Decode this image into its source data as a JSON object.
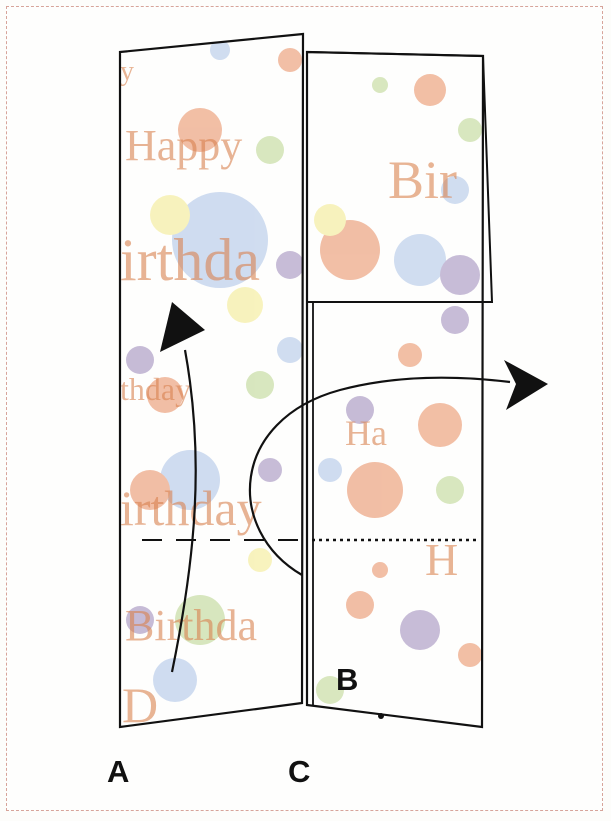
{
  "labels": {
    "a": "A",
    "b": "B",
    "c": "C"
  },
  "fabric_text": {
    "w1": "Happy",
    "w2": "Bir",
    "w3": "irthda",
    "w4": "thday",
    "w5": "Birthda",
    "w6": "Ha",
    "w7": "irthday",
    "w8": "H",
    "w9": "D",
    "w10": "y"
  },
  "colors": {
    "outline": "#111111",
    "dot_orange": "#e88a5e",
    "dot_blue": "#a9c1e6",
    "dot_yellow": "#f3ea8a",
    "dot_purple": "#9a86b8",
    "dot_green": "#b9d48c",
    "text_red": "#d9824f"
  }
}
